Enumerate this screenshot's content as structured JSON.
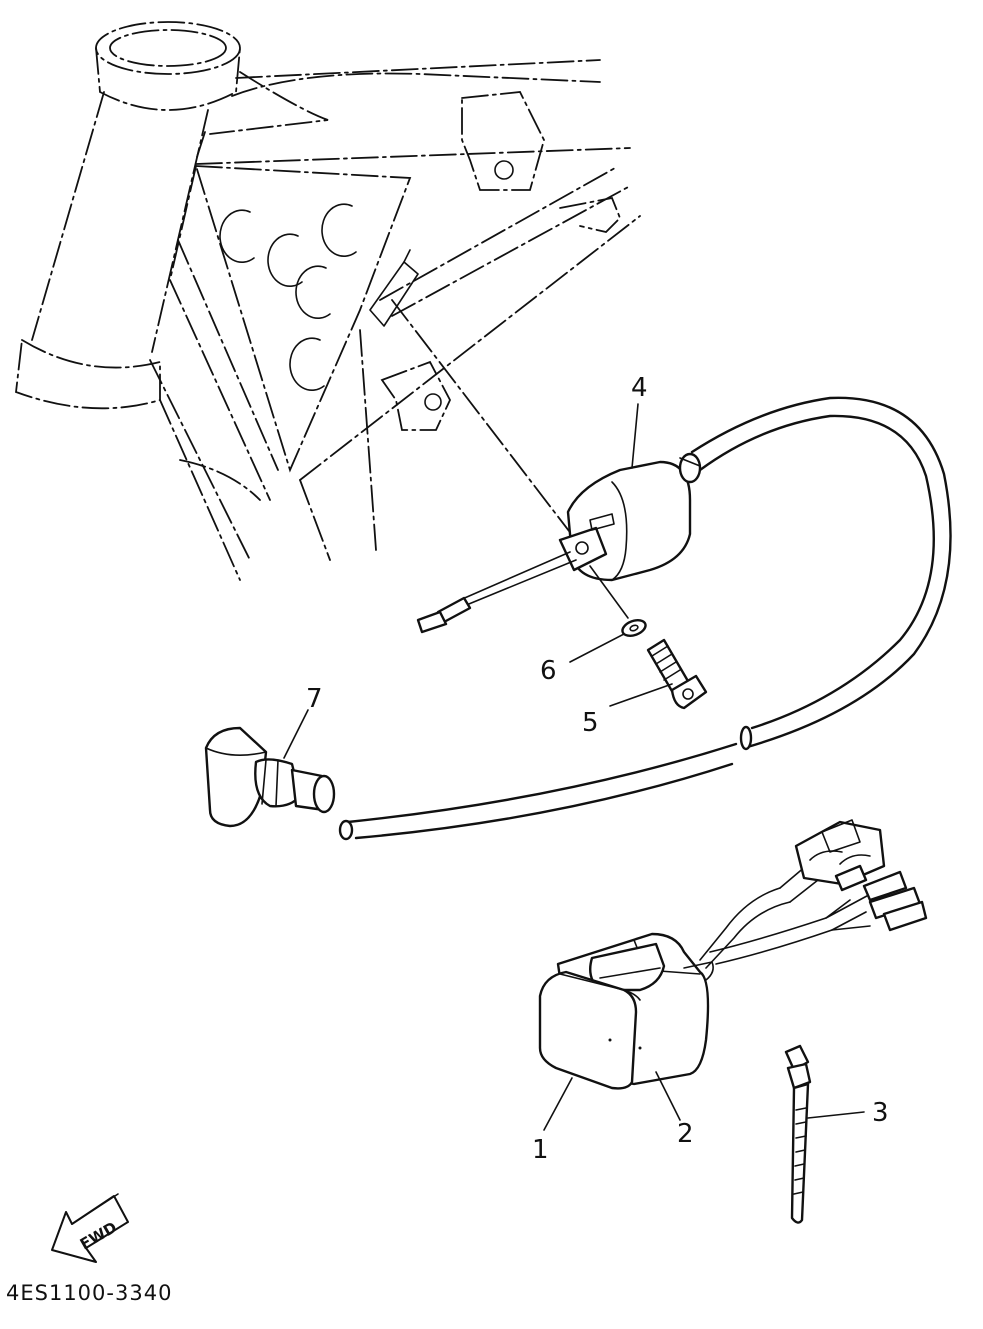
{
  "diagram": {
    "drawing_code": "4ES1100-3340",
    "direction_label": "FWD",
    "callouts": [
      {
        "id": "1",
        "label": "1"
      },
      {
        "id": "2",
        "label": "2"
      },
      {
        "id": "3",
        "label": "3"
      },
      {
        "id": "4",
        "label": "4"
      },
      {
        "id": "5",
        "label": "5"
      },
      {
        "id": "6",
        "label": "6"
      },
      {
        "id": "7",
        "label": "7"
      }
    ]
  }
}
